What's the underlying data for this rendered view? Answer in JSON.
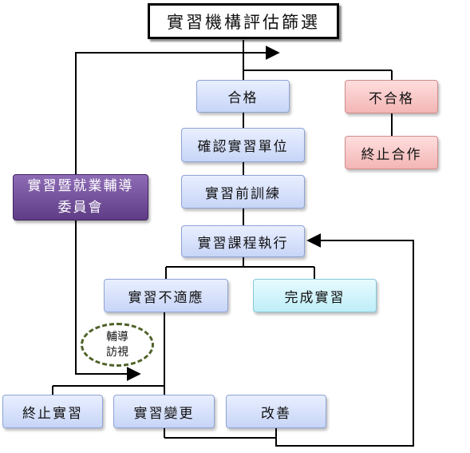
{
  "title": "實習機構評估篩選",
  "nodes": {
    "pass": "合格",
    "fail": "不合格",
    "terminate_coop": "終止合作",
    "confirm_unit": "確認實習單位",
    "pre_training": "實習前訓練",
    "course_exec": "實習課程執行",
    "maladapt": "實習不適應",
    "complete": "完成實習",
    "committee_line1": "實習暨就業輔導",
    "committee_line2": "委員會",
    "terminate_intern": "終止實習",
    "change_intern": "實習變更",
    "improve": "改善"
  },
  "visit": {
    "line1": "輔導",
    "line2": "訪視"
  },
  "colors": {
    "blue": "#c7d5f7",
    "pink": "#f3b6b6",
    "cyan": "#bfeef8",
    "purple": "#6a4a93",
    "dash": "#4f6228"
  }
}
